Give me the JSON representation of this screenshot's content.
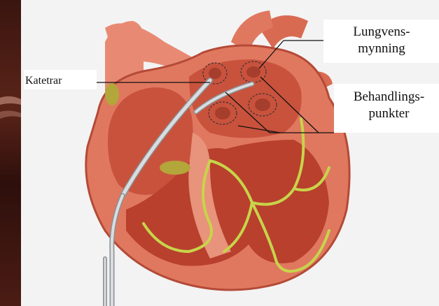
{
  "figure": {
    "background_color": "#f3f3f3",
    "heart_color": "#e07860",
    "conduction_color": "#c8d44a",
    "catheter_color": "#d9dde0"
  },
  "labels": {
    "catheters": "Katetrar",
    "pulmonary_veins_line1": "Lungvens-",
    "pulmonary_veins_line2": "mynning",
    "treatment_points_line1": "Behandlings-",
    "treatment_points_line2": "punkter"
  }
}
